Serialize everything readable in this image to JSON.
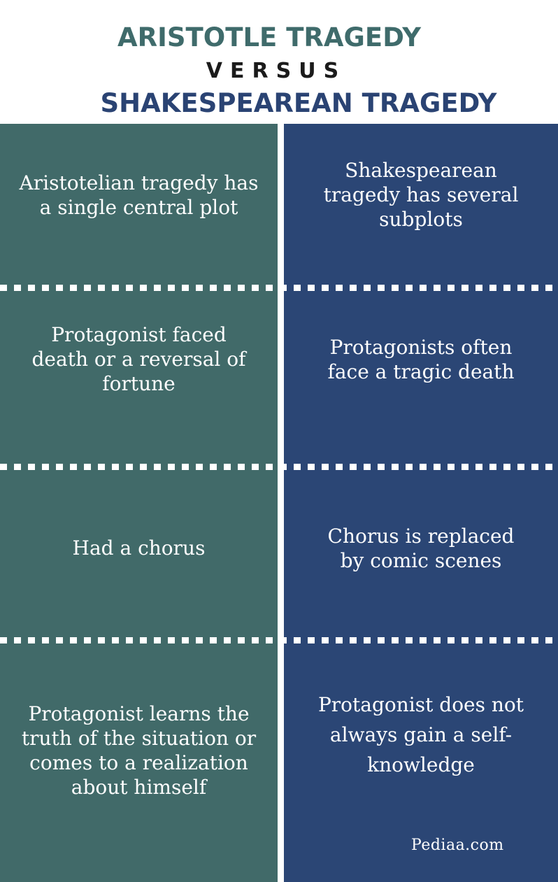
{
  "header": {
    "title_left": "ARISTOTLE TRAGEDY",
    "versus": "VERSUS",
    "title_right": "SHAKESPEAREAN TRAGEDY"
  },
  "colors": {
    "left_column": "#416a69",
    "right_column": "#2b4675",
    "title_left": "#3f6b6b",
    "title_right": "#2a4373"
  },
  "rows": [
    {
      "left": "Aristotelian tragedy has a single central plot",
      "right": "Shakespearean tragedy has several subplots"
    },
    {
      "left": "Protagonist faced death or a reversal of fortune",
      "right": "Protagonists often face a tragic death"
    },
    {
      "left": "Had a chorus",
      "right": "Chorus is replaced by comic scenes"
    },
    {
      "left": "Protagonist learns the truth of the situation or comes to a realization about himself",
      "right": "Protagonist does not always gain a self-knowledge"
    }
  ],
  "footer": {
    "brand": "Pediaa.com"
  }
}
